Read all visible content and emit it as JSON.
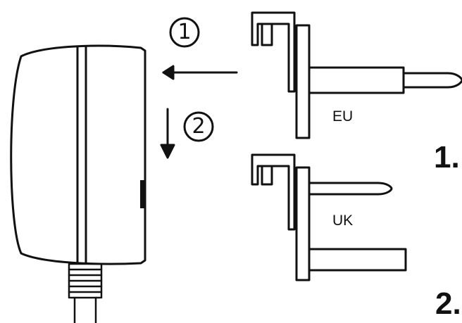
{
  "steps": {
    "step1": "1",
    "step2": "2"
  },
  "plugs": {
    "eu": "EU",
    "uk": "UK"
  },
  "side_labels": {
    "first": "1.",
    "second": "2."
  },
  "colors": {
    "stroke": "#111111",
    "fill": "#ffffff"
  }
}
